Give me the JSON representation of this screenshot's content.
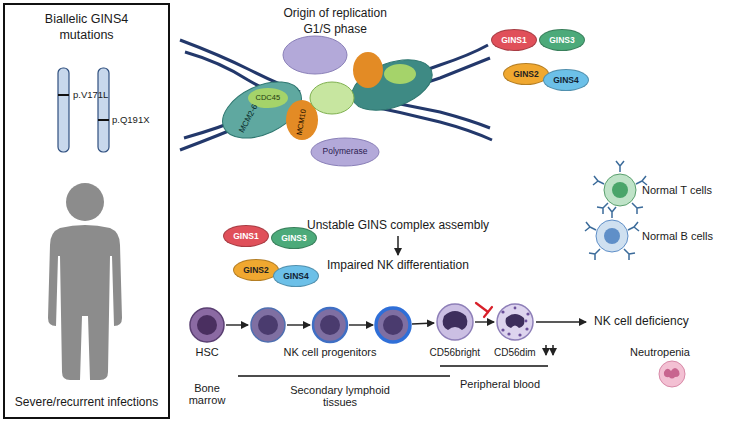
{
  "diagram": {
    "nodes": [
      {
        "text": [
          "Biallelic GINS4 mutations",
          "Severe/recurrent infections"
        ]
      },
      {
        "text": [
          "GINS1"
        ]
      },
      {
        "text": [
          "GINS3"
        ]
      },
      {
        "text": [
          "GINS2"
        ]
      },
      {
        "text": [
          "GINS4"
        ]
      },
      {
        "text": [
          "GINS1"
        ]
      },
      {
        "text": [
          "GINS3"
        ]
      },
      {
        "text": [
          "GINS2"
        ]
      },
      {
        "text": [
          "GINS4"
        ]
      }
    ],
    "labels": [
      "p.V171L",
      "p.Q191X",
      "Origin of replication",
      "G1/S phase",
      "CDC45",
      "MCM10",
      "MCM2-6",
      "Polymerase",
      "Unstable GINS complex assembly",
      "Impaired NK differentiation",
      "Normal T cells",
      "Normal B cells",
      "HSC",
      "NK cell progenitors",
      "CD56bright",
      "CD56dim",
      "NK cell deficiency",
      "Neutropenia",
      "Bone marrow",
      "Secondary lymphoid tissues",
      "Peripheral blood"
    ]
  }
}
